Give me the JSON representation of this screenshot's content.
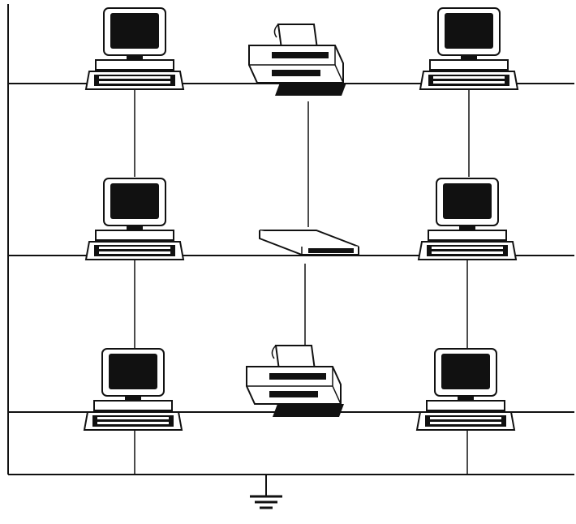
{
  "diagram": {
    "type": "network-topology",
    "nodes": [
      {
        "id": "pc-top-left",
        "kind": "computer-icon"
      },
      {
        "id": "printer-top",
        "kind": "printer-icon"
      },
      {
        "id": "pc-top-right",
        "kind": "computer-icon"
      },
      {
        "id": "pc-mid-left",
        "kind": "computer-icon"
      },
      {
        "id": "hub-center",
        "kind": "network-device-icon"
      },
      {
        "id": "pc-mid-right",
        "kind": "computer-icon"
      },
      {
        "id": "pc-bottom-left",
        "kind": "computer-icon"
      },
      {
        "id": "printer-bottom",
        "kind": "printer-icon"
      },
      {
        "id": "pc-bottom-right",
        "kind": "computer-icon"
      }
    ],
    "ground": {
      "kind": "ground-symbol-icon"
    }
  }
}
